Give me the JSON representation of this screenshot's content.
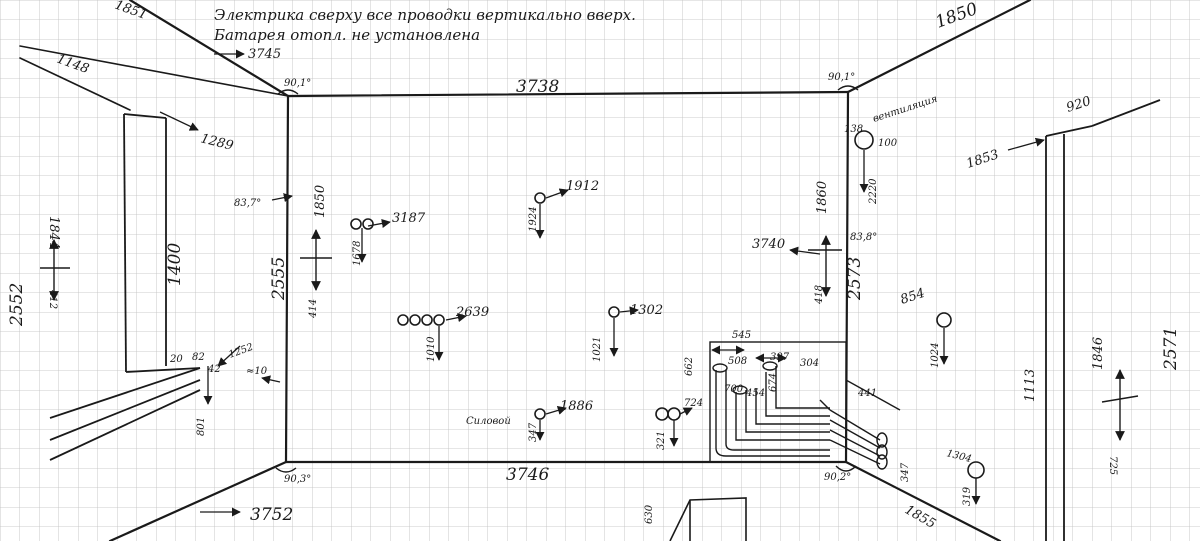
{
  "notes": {
    "line1": "Электрика сверху все проводки вертикально вверх.",
    "line2": "Батарея отопл. не установлена"
  },
  "labels": {
    "top_left_corner": "1851",
    "top_right_corner": "1850",
    "d_3745": "3745",
    "d_1148": "1148",
    "d_1289": "1289",
    "angle_tl": "90,1°",
    "angle_tr": "90,1°",
    "d_3738": "3738",
    "ventilation": "вентиляция",
    "d_138": "138",
    "d_100": "100",
    "d_920": "920",
    "d_1853": "1853",
    "d_1844": "1844",
    "d_2552": "2552",
    "d_412": "412",
    "d_1400": "1400",
    "angle_837": "83,7°",
    "d_1850": "1850",
    "d_2555": "2555",
    "d_414": "414",
    "d_1678": "1678",
    "d_3187": "3187",
    "d_1924": "1924",
    "d_1912": "1912",
    "d_1860": "1860",
    "d_2220": "2220",
    "d_3740": "3740",
    "angle_838": "83,8°",
    "d_418": "418",
    "d_2573": "2573",
    "d_2639": "2639",
    "d_1010": "1010",
    "d_1021": "1021",
    "d_1302": "1302",
    "d_854": "854",
    "d_1024": "1024",
    "d_20": "20",
    "d_82": "82",
    "d_42": "42",
    "d_1252": "1252",
    "approx_10": "≈10",
    "d_801": "801",
    "d_545": "545",
    "d_662": "662",
    "d_508": "508",
    "d_397": "397",
    "d_304": "304",
    "d_454": "454",
    "d_674": "674",
    "d_700": "700",
    "d_441": "441",
    "d_1113": "1113",
    "d_1846": "1846",
    "d_2571": "2571",
    "d_725": "725",
    "power": "Силовой",
    "d_1886": "1886",
    "d_347a": "347",
    "d_321": "321",
    "d_724": "724",
    "d_347b": "347",
    "d_1304": "1304",
    "d_319": "319",
    "d_3746": "3746",
    "angle_bl": "90,3°",
    "angle_br": "90,2°",
    "d_3752": "3752",
    "d_630": "630",
    "d_1855": "1855"
  }
}
